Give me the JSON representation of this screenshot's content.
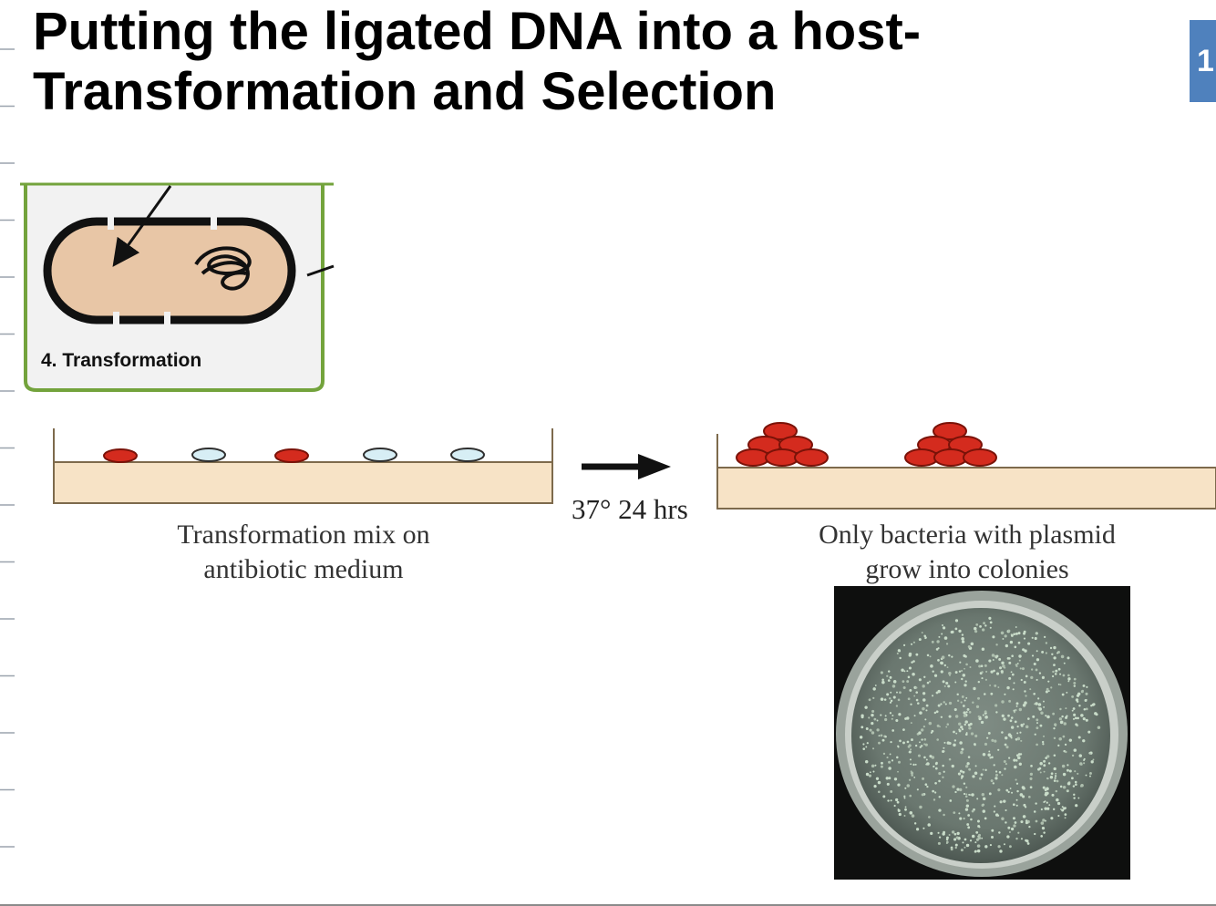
{
  "slide": {
    "title_lines": [
      "Putting the ligated DNA into a host-",
      "Transformation and Selection"
    ],
    "page_badge": "1"
  },
  "transformation_panel": {
    "label": "4. Transformation"
  },
  "plates": {
    "left_caption": [
      "Transformation mix on",
      "antibiotic medium"
    ],
    "arrow_label": "37° 24 hrs",
    "right_caption": [
      "Only bacteria with plasmid",
      "grow into colonies"
    ]
  },
  "colors": {
    "cell_fill": "#e8c6a6",
    "colony_red": "#d42b1e",
    "non_transformed_blue": "#d7eef5",
    "agar": "#f7e3c6",
    "panel_border": "#73a33c",
    "badge_blue": "#4f81bd"
  }
}
